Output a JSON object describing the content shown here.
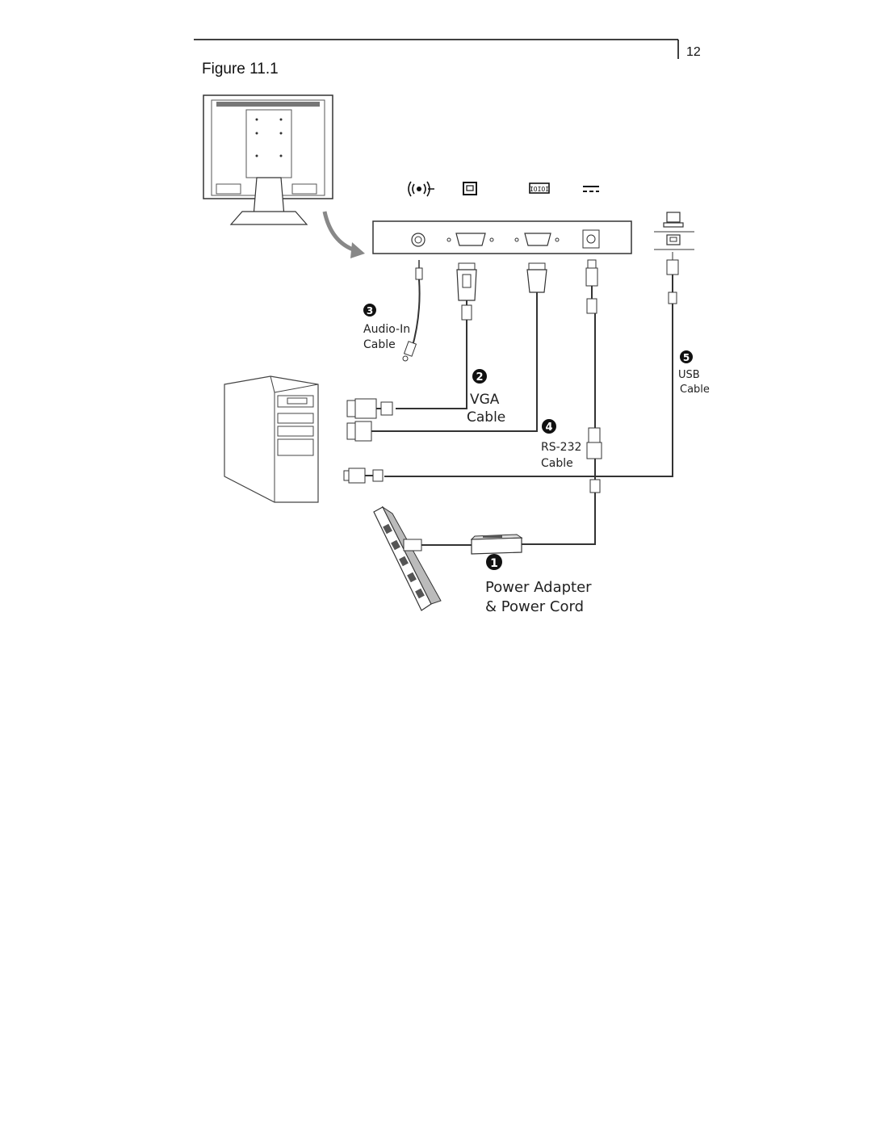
{
  "header": {
    "page_number": "12"
  },
  "figure": {
    "title": "Figure 11.1"
  },
  "callouts": [
    {
      "number": "➊",
      "digit": "1",
      "line1": "Power Adapter",
      "line2": "& Power Cord"
    },
    {
      "number": "➋",
      "digit": "2",
      "line1": "VGA",
      "line2": "Cable"
    },
    {
      "number": "➌",
      "digit": "3",
      "line1": "Audio-In",
      "line2": "Cable"
    },
    {
      "number": "➍",
      "digit": "4",
      "line1": "RS-232",
      "line2": "Cable"
    },
    {
      "number": "➎",
      "digit": "5",
      "line1": "USB",
      "line2": "Cable"
    }
  ],
  "port_icons": [
    "audio-in-icon",
    "vga-port-icon",
    "serial-port-icon",
    "dc-power-icon"
  ],
  "colors": {
    "cable": "#333333",
    "line": "#000000"
  }
}
